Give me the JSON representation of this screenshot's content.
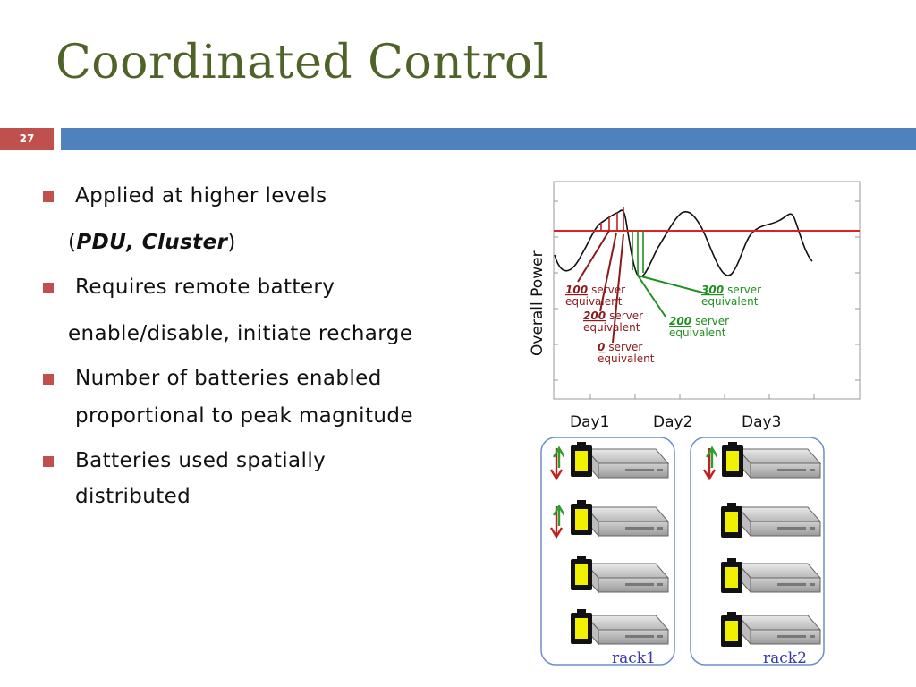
{
  "slide": {
    "title": "Coordinated Control",
    "number": "27"
  },
  "bullets": [
    {
      "text": "Applied at higher levels"
    },
    {
      "text": "Requires remote battery"
    },
    {
      "text": "Number of batteries enabled"
    },
    {
      "text": "Batteries used spatially"
    }
  ],
  "sublines": {
    "pdu_cluster_open": "(",
    "pdu_cluster": "PDU, Cluster",
    "pdu_cluster_close": ")",
    "remote_cont": "enable/disable, initiate recharge",
    "enabled_cont": "proportional to peak magnitude",
    "spatial_cont": "distributed"
  },
  "chart": {
    "ylabel": "Overall Power",
    "days": [
      "Day1",
      "Day2",
      "Day3"
    ],
    "threshold_color": "#e02020",
    "annotations": [
      {
        "value": "100",
        "unit": "server",
        "line2": "equivalent",
        "color": "#8b1a1a"
      },
      {
        "value": "200",
        "unit": "server",
        "line2": "equivalent",
        "color": "#8b1a1a"
      },
      {
        "value": "0",
        "unit": "server",
        "line2": "equivalent",
        "color": "#8b1a1a"
      },
      {
        "value": "300",
        "unit": "server",
        "line2": "equivalent",
        "color": "#1f8f1f"
      },
      {
        "value": "200",
        "unit": "server",
        "line2": "equivalent",
        "color": "#1f8f1f"
      }
    ]
  },
  "racks": [
    {
      "label": "rack1"
    },
    {
      "label": "rack2"
    }
  ],
  "colors": {
    "title": "#4f6228",
    "accent_red": "#c0504d",
    "accent_blue": "#4f81bd",
    "battery_fill": "#f0f000",
    "arrow_up": "#2e9e2e",
    "arrow_down": "#c02020"
  }
}
